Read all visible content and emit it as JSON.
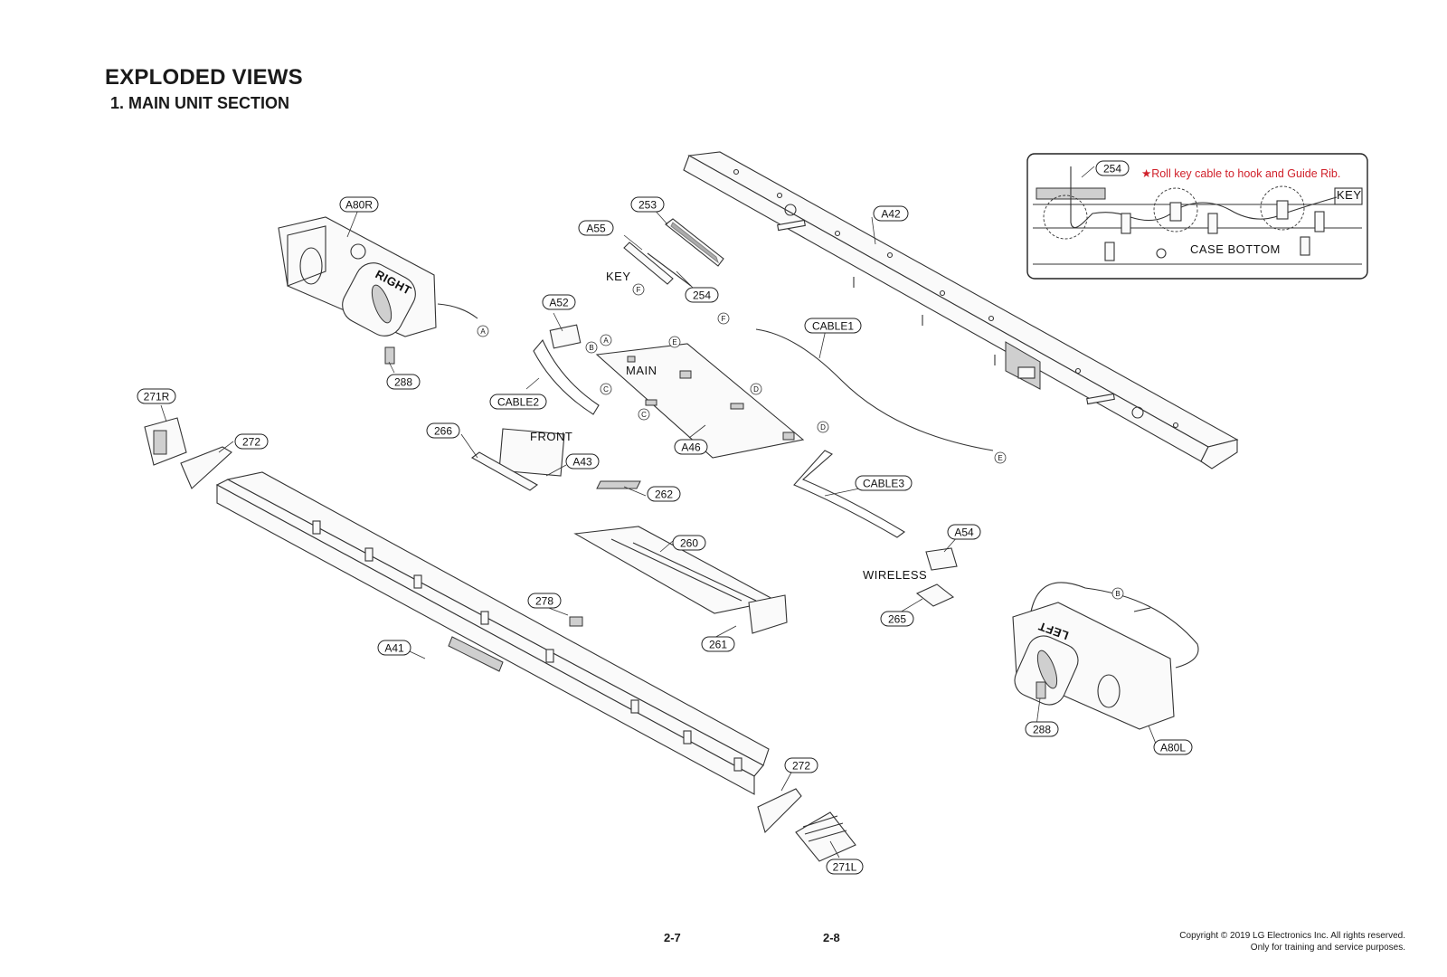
{
  "header": {
    "title": "EXPLODED VIEWS",
    "subtitle": "1. MAIN UNIT SECTION"
  },
  "callouts": {
    "a80r": "A80R",
    "a55": "A55",
    "k253": "253",
    "a42": "A42",
    "k254": "254",
    "a52": "A52",
    "cable1": "CABLE1",
    "k288_r": "288",
    "k271r": "271R",
    "cable2": "CABLE2",
    "a46": "A46",
    "k272_top": "272",
    "k266": "266",
    "a43": "A43",
    "k262": "262",
    "cable3": "CABLE3",
    "a54": "A54",
    "k260": "260",
    "k265": "265",
    "k278": "278",
    "k261": "261",
    "a41": "A41",
    "k288_l": "288",
    "a80l": "A80L",
    "k272_bottom": "272",
    "k271l": "271L",
    "inset_254": "254"
  },
  "board_labels": {
    "key": "KEY",
    "main": "MAIN",
    "front": "FRONT",
    "wireless": "WIRELESS",
    "inset_key": "KEY",
    "case_bottom": "CASE BOTTOM"
  },
  "connectors": {
    "a": "A",
    "b": "B",
    "c": "C",
    "d": "D",
    "e": "E",
    "f": "F"
  },
  "speaker_labels": {
    "right": "RIGHT",
    "left": "LEFT"
  },
  "inset": {
    "note": "★Roll key cable to hook and Guide Rib."
  },
  "footer": {
    "page_left": "2-7",
    "page_right": "2-8",
    "copyright_line1": "Copyright © 2019 LG Electronics Inc. All rights reserved.",
    "copyright_line2": "Only for training and service purposes."
  }
}
